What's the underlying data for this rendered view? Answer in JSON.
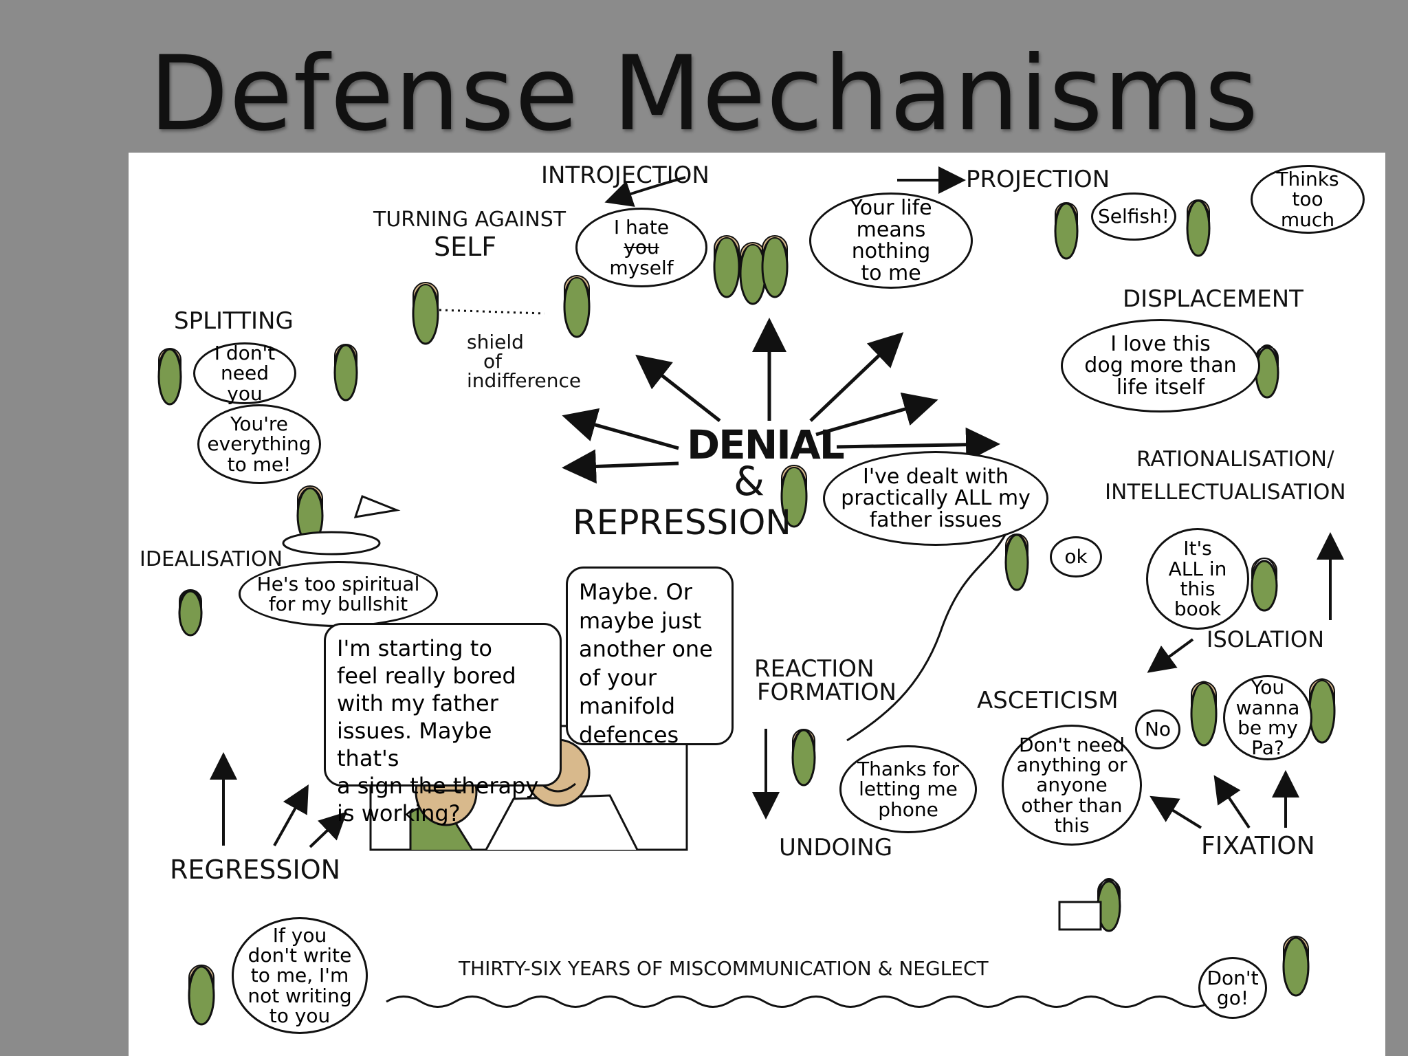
{
  "title": "Defense Mechanisms",
  "labels": {
    "introjection": "INTROJECTION",
    "projection": "PROJECTION",
    "turning_against": "TURNING AGAINST",
    "self": "SELF",
    "splitting": "SPLITTING",
    "displacement": "DISPLACEMENT",
    "denial": "DENIAL",
    "ampersand": "&",
    "repression": "REPRESSION",
    "rationalisation": "RATIONALISATION/",
    "intellectualisation": "INTELLECTUALISATION",
    "idealisation": "IDEALISATION",
    "isolation": "ISOLATION",
    "reaction": "REACTION",
    "formation": "FORMATION",
    "asceticism": "ASCETICISM",
    "undoing": "UNDOING",
    "fixation": "FIXATION",
    "regression": "REGRESSION",
    "shield": "shield",
    "of": "of",
    "indifference": "indifference",
    "timeline": "THIRTY-SIX YEARS OF MISCOMMUNICATION & NEGLECT"
  },
  "bubbles": {
    "i_hate_myself": [
      "I hate",
      "you",
      "myself"
    ],
    "your_life": [
      "Your life",
      "means nothing",
      "to me"
    ],
    "selfish": "Selfish!",
    "thinks_too_much": [
      "Thinks too",
      "much"
    ],
    "dont_need_you": [
      "I don't",
      "need you"
    ],
    "youre_everything": [
      "You're",
      "everything",
      "to me!"
    ],
    "love_dog": [
      "I love this",
      "dog more than",
      "life itself"
    ],
    "dealt_with": [
      "I've dealt with",
      "practically ALL my",
      "father issues"
    ],
    "ok": "ok",
    "its_all": [
      "It's",
      "ALL in",
      "this",
      "book"
    ],
    "spiritual": [
      "He's too spiritual",
      "for my bullshit"
    ],
    "bored": [
      "I'm starting to",
      "feel really bored",
      "with my father",
      "issues. Maybe that's",
      "a sign the therapy",
      "is working?"
    ],
    "maybe_or": [
      "Maybe. Or",
      "maybe just",
      "another one",
      "of your",
      "manifold",
      "defences"
    ],
    "no": "No",
    "wanna_be": [
      "You",
      "wanna",
      "be my",
      "Pa?"
    ],
    "thanks": [
      "Thanks for",
      "letting me",
      "phone"
    ],
    "dont_need_anything": [
      "Don't need",
      "anything or",
      "anyone",
      "other than",
      "this"
    ],
    "if_you": [
      "If you",
      "don't write",
      "to me, I'm",
      "not writing",
      "to you"
    ],
    "dont_go": [
      "Don't",
      "go!"
    ]
  },
  "colors": {
    "background": "#8b8b8b",
    "panel": "#ffffff",
    "figure": "#7a9a4e",
    "head": "#d8b98c",
    "ink": "#111111"
  }
}
